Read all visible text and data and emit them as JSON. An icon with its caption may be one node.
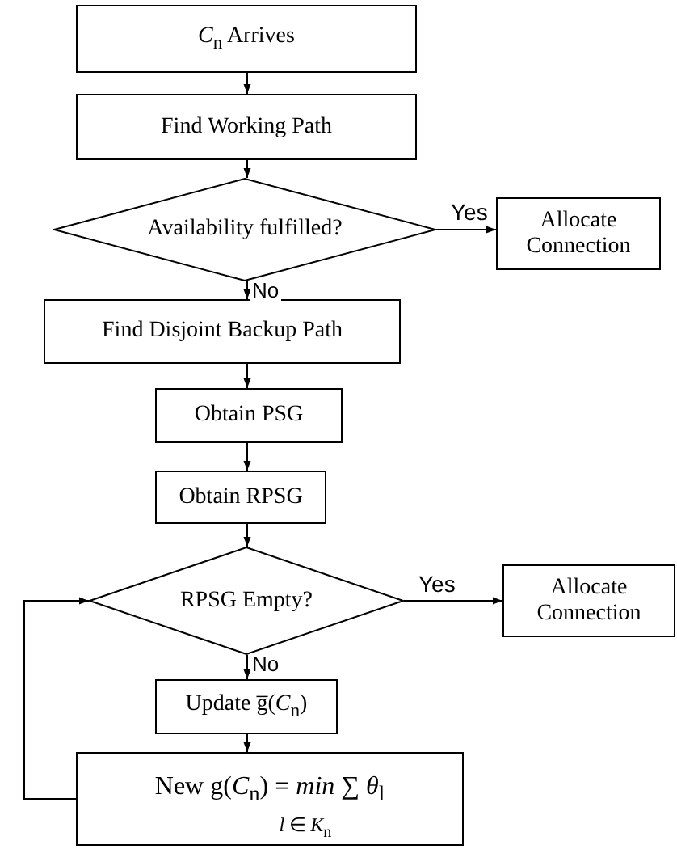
{
  "diagram": {
    "nodes": [
      {
        "text": [
          "*C*$_{n}$ Arrives"
        ]
      },
      {
        "text": [
          "Find Working Path"
        ]
      },
      {
        "text": [
          "Availability fulfilled?"
        ]
      },
      {
        "text": [
          "Allocate Connection"
        ]
      },
      {
        "text": [
          "Find Disjoint Backup Path"
        ]
      },
      {
        "text": [
          "Obtain PSG"
        ]
      },
      {
        "text": [
          "Obtain RPSG"
        ]
      },
      {
        "text": [
          "RPSG Empty?"
        ]
      },
      {
        "text": [
          "Allocate Connection"
        ]
      },
      {
        "text": [
          "Update g̅(*C*$_{n}$)"
        ]
      },
      {
        "text": [
          "New g(*C*$_{n}$) = *min* ∑ *θ*$_{l}$",
          "*l* ∈ *K*$_{n}$"
        ]
      }
    ],
    "edges": [
      {
        "from": 0,
        "to": 1,
        "arrow": "to"
      },
      {
        "from": 1,
        "to": 2,
        "arrow": "to"
      },
      {
        "from": 2,
        "to": 3,
        "arrow": "to",
        "label": "Yes"
      },
      {
        "from": 2,
        "to": 4,
        "arrow": "to",
        "label": "No"
      },
      {
        "from": 4,
        "to": 5,
        "arrow": "to"
      },
      {
        "from": 5,
        "to": 6,
        "arrow": "to"
      },
      {
        "from": 6,
        "to": 7,
        "arrow": "to"
      },
      {
        "from": 7,
        "to": 8,
        "arrow": "to",
        "label": "Yes"
      },
      {
        "from": 7,
        "to": 9,
        "arrow": "to",
        "label": "No"
      },
      {
        "from": 9,
        "to": 10,
        "arrow": "to"
      },
      {
        "from": 10,
        "to": 7,
        "arrow": "to"
      }
    ]
  }
}
